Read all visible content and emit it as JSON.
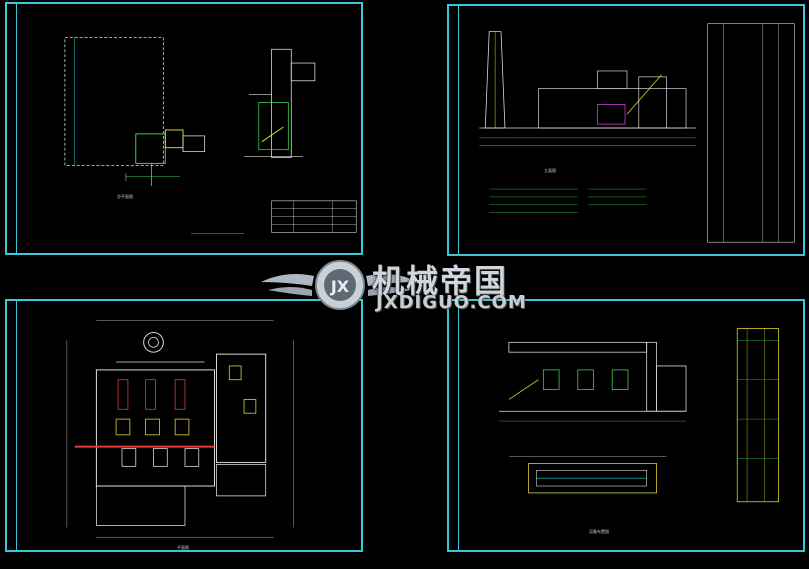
{
  "sheets": {
    "site_plan": {
      "caption": "总平面图"
    },
    "elevation": {
      "caption": "立面图"
    },
    "floor_plan": {
      "caption": "平面图"
    },
    "equipment": {
      "caption": "设备布置图"
    }
  },
  "watermark": {
    "brand": "机械帝国",
    "url": "JXDIGUO.COM",
    "logo_letters": "JX"
  },
  "colors": {
    "border": "#39c6d6",
    "line_white": "#e6e6e6",
    "line_green": "#3bd14a",
    "line_yellow": "#e0d431",
    "line_red": "#e23a3a",
    "line_magenta": "#d23ad8"
  }
}
